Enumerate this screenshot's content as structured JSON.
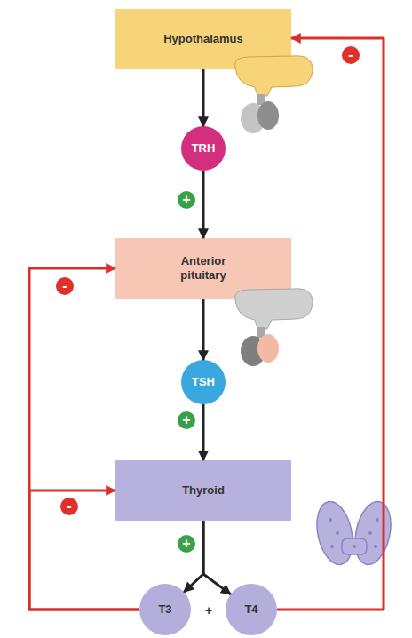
{
  "diagram": {
    "nodes": [
      {
        "text": [
          "Hypothalamus"
        ]
      },
      {
        "text": [
          "TRH"
        ]
      },
      {
        "text": [
          "Anterior pituitary"
        ]
      },
      {
        "text": [
          "TSH"
        ]
      },
      {
        "text": [
          "Thyroid"
        ]
      },
      {
        "text": [
          "T3"
        ]
      },
      {
        "text": [
          "T4"
        ]
      }
    ],
    "edges": [
      {
        "from": 0,
        "to": 1,
        "arrow": "to"
      },
      {
        "from": 1,
        "to": 2,
        "label": "+",
        "arrow": "to"
      },
      {
        "from": 2,
        "to": 3,
        "arrow": "to"
      },
      {
        "from": 3,
        "to": 4,
        "label": "+",
        "arrow": "to"
      },
      {
        "from": 4,
        "to": 5,
        "label": "+",
        "arrow": "to"
      },
      {
        "from": 4,
        "to": 6,
        "arrow": "to"
      },
      {
        "from": 6,
        "to": 0,
        "label": "-",
        "arrow": "to"
      },
      {
        "from": 5,
        "to": 2,
        "label": "-",
        "arrow": "to"
      },
      {
        "from": 5,
        "to": 4,
        "label": "-",
        "arrow": "to"
      }
    ],
    "labels": [
      "+"
    ]
  }
}
